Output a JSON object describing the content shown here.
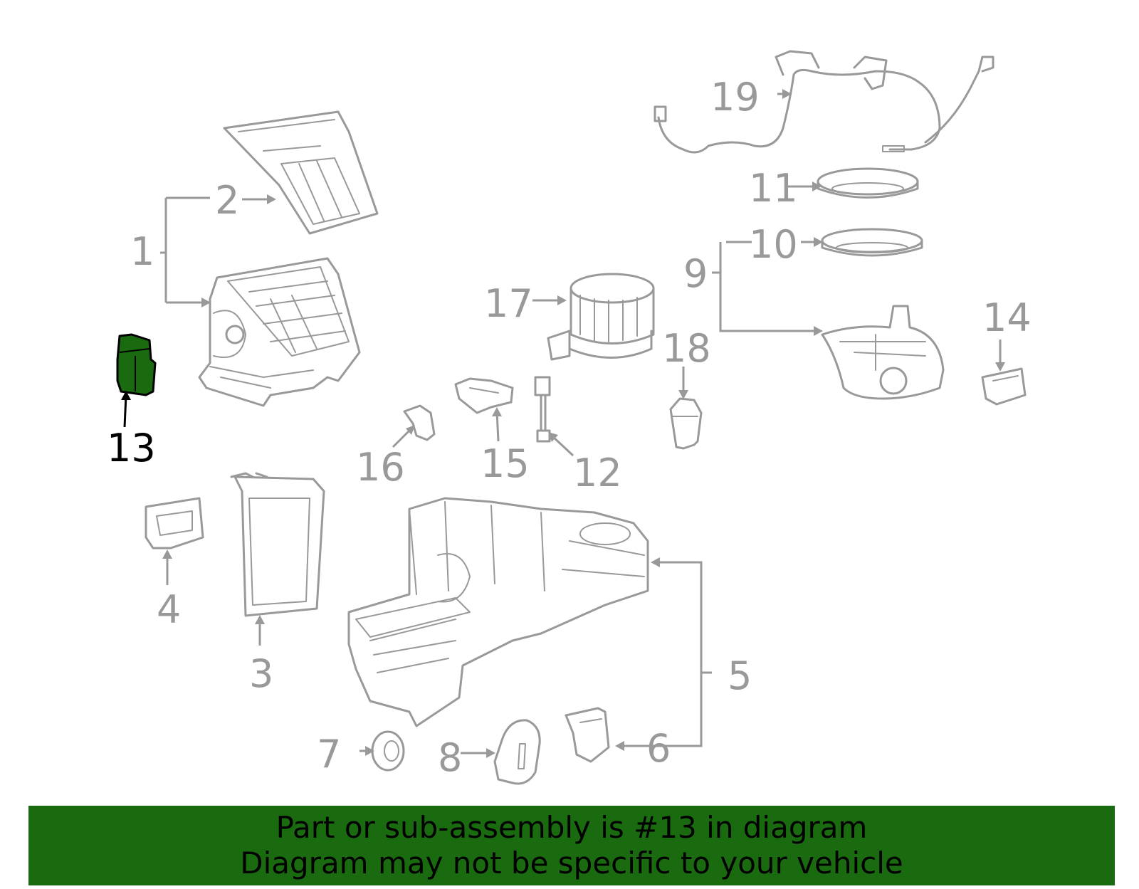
{
  "banner": {
    "line1": "Part or sub-assembly is #13 in diagram",
    "line2": "Diagram may not be specific to your vehicle"
  },
  "highlight": {
    "part_number": "13",
    "color": "#1a6b10"
  },
  "colors": {
    "line": "#999999",
    "highlight_label": "#000000",
    "banner_bg": "#1a6b10"
  },
  "labels": {
    "p1": "1",
    "p2": "2",
    "p3": "3",
    "p4": "4",
    "p5": "5",
    "p6": "6",
    "p7": "7",
    "p8": "8",
    "p9": "9",
    "p10": "10",
    "p11": "11",
    "p12": "12",
    "p13": "13",
    "p14": "14",
    "p15": "15",
    "p16": "16",
    "p17": "17",
    "p18": "18",
    "p19": "19"
  }
}
